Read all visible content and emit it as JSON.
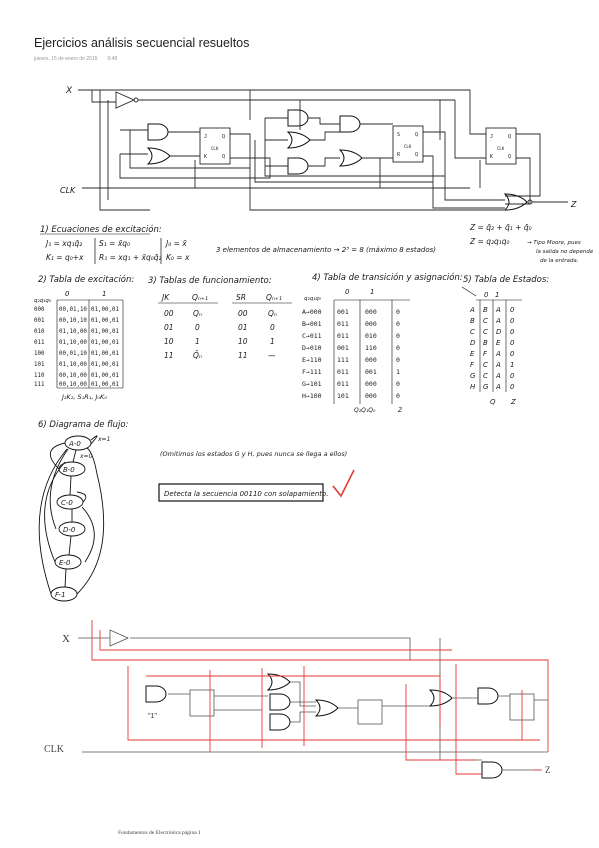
{
  "title": "Ejercicios análisis secuencial resueltos",
  "date": "jueves, 15 de enero de 2015",
  "time": "9:48",
  "footer": "Fundamentos de Electrónica página 1",
  "circuit1": {
    "x_label": "X",
    "clk_label": "CLK",
    "z_label": "Z",
    "ff1": [
      "J",
      "Q",
      "K",
      "Q",
      "CLK"
    ],
    "ff2": [
      "S",
      "Q",
      "R",
      "Q",
      "CLK"
    ],
    "ff3": [
      "J",
      "Q",
      "K",
      "Q",
      "CLK"
    ]
  },
  "s1": {
    "title": "1) Ecuaciones de excitación:",
    "eqs": [
      "J₁ = xq₁q̄₂",
      "S₁ = x̄q₀",
      "K₁ = q₀+x",
      "R₁ = xq₁ + x̄q₀q̄₂",
      "J₀ = x̄",
      "K₀ = x"
    ],
    "note": "3 elementos de almacenamiento → 2³ = 8 (máximo 8 estados)"
  },
  "zeq": {
    "line1": "Z = q̄₂ + q̄₁ + q̄₀",
    "line2": "Z = q₂q₁q₀",
    "note": [
      "→ Tipo Moore, pues",
      "la salida no depende",
      "de la entrada."
    ]
  },
  "s2": {
    "title": "2) Tabla de excitación:",
    "header": "q₂q₁q₀",
    "cols": [
      "0",
      "1"
    ],
    "rows": [
      {
        "st": "000",
        "c0": "00,01,10",
        "c1": "01,00,01"
      },
      {
        "st": "001",
        "c0": "00,10,10",
        "c1": "01,00,01"
      },
      {
        "st": "010",
        "c0": "01,10,00",
        "c1": "01,00,01"
      },
      {
        "st": "011",
        "c0": "01,10,00",
        "c1": "01,00,01"
      },
      {
        "st": "100",
        "c0": "00,01,10",
        "c1": "01,00,01"
      },
      {
        "st": "101",
        "c0": "01,10,00",
        "c1": "01,00,01"
      },
      {
        "st": "110",
        "c0": "00,10,00",
        "c1": "01,00,01"
      },
      {
        "st": "111",
        "c0": "00,10,00",
        "c1": "01,00,01"
      }
    ],
    "legend": "J₂K₂, S₁R₁, J₀K₀"
  },
  "s3": {
    "title": "3) Tablas de funcionamiento:",
    "jk_head": [
      "JK",
      "Qₙ₊₁"
    ],
    "jk_rows": [
      [
        "00",
        "Qₙ"
      ],
      [
        "01",
        "0"
      ],
      [
        "10",
        "1"
      ],
      [
        "11",
        "Q̄ₙ"
      ]
    ],
    "sr_head": [
      "SR",
      "Qₙ₊₁"
    ],
    "sr_rows": [
      [
        "00",
        "Qₙ"
      ],
      [
        "01",
        "0"
      ],
      [
        "10",
        "1"
      ],
      [
        "11",
        "—"
      ]
    ]
  },
  "s4": {
    "title": "4) Tabla de transición y asignación:",
    "header": "q₂q₁q₀",
    "cols": [
      "0",
      "1"
    ],
    "rows": [
      {
        "st": "A→000",
        "c0": "001",
        "c1": "000",
        "z": "0"
      },
      {
        "st": "B→001",
        "c0": "011",
        "c1": "000",
        "z": "0"
      },
      {
        "st": "C→011",
        "c0": "011",
        "c1": "010",
        "z": "0"
      },
      {
        "st": "D→010",
        "c0": "001",
        "c1": "110",
        "z": "0"
      },
      {
        "st": "E→110",
        "c0": "111",
        "c1": "000",
        "z": "0"
      },
      {
        "st": "F→111",
        "c0": "011",
        "c1": "001",
        "z": "1"
      },
      {
        "st": "G→101",
        "c0": "011",
        "c1": "000",
        "z": "0"
      },
      {
        "st": "H→100",
        "c0": "101",
        "c1": "000",
        "z": "0"
      }
    ],
    "footer": "Q₂Q₁Q₀",
    "z_label": "Z"
  },
  "s5": {
    "title": "5) Tabla de Estados:",
    "cols": [
      "0",
      "1"
    ],
    "rows": [
      {
        "st": "A",
        "c0": "B",
        "c1": "A",
        "z": "0"
      },
      {
        "st": "B",
        "c0": "C",
        "c1": "A",
        "z": "0"
      },
      {
        "st": "C",
        "c0": "C",
        "c1": "D",
        "z": "0"
      },
      {
        "st": "D",
        "c0": "B",
        "c1": "E",
        "z": "0"
      },
      {
        "st": "E",
        "c0": "F",
        "c1": "A",
        "z": "0"
      },
      {
        "st": "F",
        "c0": "C",
        "c1": "A",
        "z": "1"
      },
      {
        "st": "G",
        "c0": "C",
        "c1": "A",
        "z": "0"
      },
      {
        "st": "H",
        "c0": "G",
        "c1": "A",
        "z": "0"
      }
    ],
    "footer_q": "Q",
    "footer_z": "Z"
  },
  "s6": {
    "title": "6) Diagrama de flujo:",
    "states": [
      "A-0",
      "B-0",
      "C-0",
      "D-0",
      "E-0",
      "F-1"
    ],
    "edge_x1": "x=1",
    "edge_x0": "x=0",
    "note": "(Omitimos los estados G y H, pues nunca se llega a ellos)",
    "box": "Detecta la secuencia 00110 con solapamiento."
  },
  "circuit2": {
    "x_label": "X",
    "clk_label": "CLK",
    "z_label": "Z",
    "one_label": "\"1\""
  }
}
